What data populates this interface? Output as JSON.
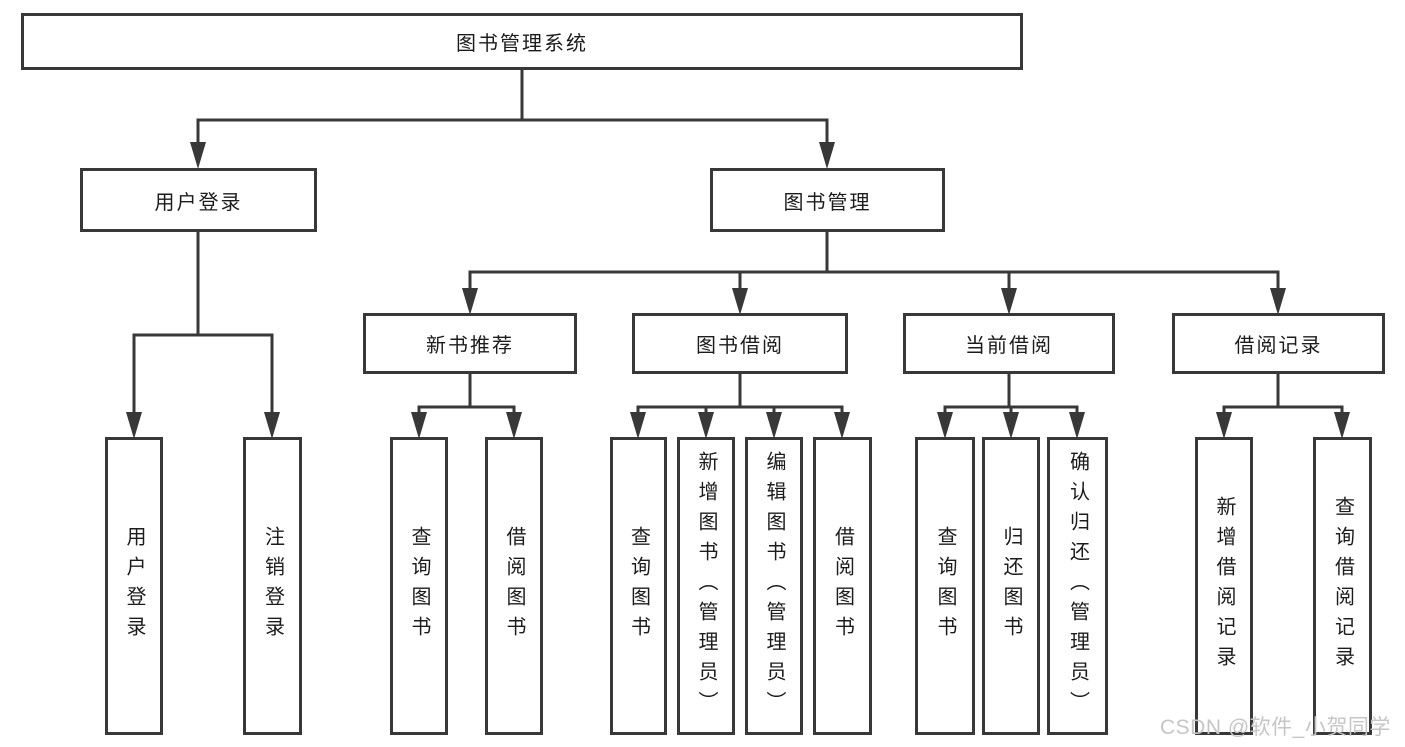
{
  "colors": {
    "line": "#383838",
    "box_border": "#383838",
    "box_background": "#ffffff",
    "text": "#1c1c1c",
    "watermark": "#c6c6c6"
  },
  "watermark": {
    "text": "CSDN @软件_小贺同学"
  },
  "tree": {
    "root": {
      "label": "图书管理系统"
    },
    "branches": [
      {
        "label": "用户登录",
        "children": [
          {
            "label": "用户登录"
          },
          {
            "label": "注销登录"
          }
        ]
      },
      {
        "label": "图书管理",
        "children": [
          {
            "label": "新书推荐",
            "children": [
              {
                "label": "查询图书"
              },
              {
                "label": "借阅图书"
              }
            ]
          },
          {
            "label": "图书借阅",
            "children": [
              {
                "label": "查询图书"
              },
              {
                "label": "新增图书（管理员）"
              },
              {
                "label": "编辑图书（管理员）"
              },
              {
                "label": "借阅图书"
              }
            ]
          },
          {
            "label": "当前借阅",
            "children": [
              {
                "label": "查询图书"
              },
              {
                "label": "归还图书"
              },
              {
                "label": "确认归还（管理员）"
              }
            ]
          },
          {
            "label": "借阅记录",
            "children": [
              {
                "label": "新增借阅记录"
              },
              {
                "label": "查询借阅记录"
              }
            ]
          }
        ]
      }
    ]
  }
}
